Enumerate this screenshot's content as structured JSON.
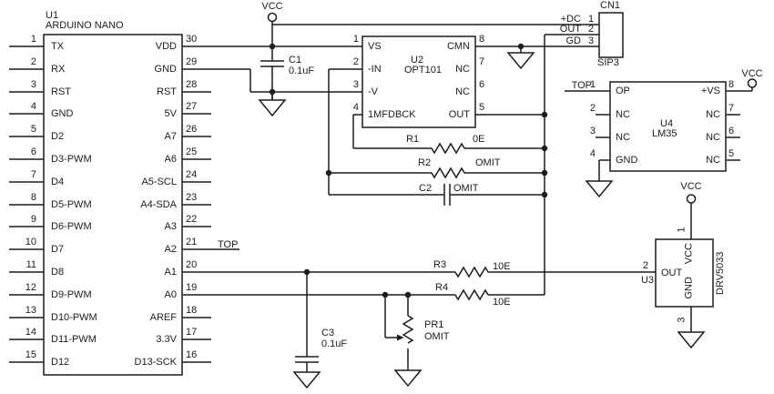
{
  "u1": {
    "ref": "U1",
    "name": "ARDUINO NANO",
    "left_pins": [
      {
        "num": "1",
        "label": "TX"
      },
      {
        "num": "2",
        "label": "RX"
      },
      {
        "num": "3",
        "label": "RST"
      },
      {
        "num": "4",
        "label": "GND"
      },
      {
        "num": "5",
        "label": "D2"
      },
      {
        "num": "6",
        "label": "D3-PWM"
      },
      {
        "num": "7",
        "label": "D4"
      },
      {
        "num": "8",
        "label": "D5-PWM"
      },
      {
        "num": "9",
        "label": "D6-PWM"
      },
      {
        "num": "10",
        "label": "D7"
      },
      {
        "num": "11",
        "label": "D8"
      },
      {
        "num": "12",
        "label": "D9-PWM"
      },
      {
        "num": "13",
        "label": "D10-PWM"
      },
      {
        "num": "14",
        "label": "D11-PWM"
      },
      {
        "num": "15",
        "label": "D12"
      }
    ],
    "right_pins": [
      {
        "num": "30",
        "label": "VDD"
      },
      {
        "num": "29",
        "label": "GND"
      },
      {
        "num": "28",
        "label": "RST"
      },
      {
        "num": "27",
        "label": "5V"
      },
      {
        "num": "26",
        "label": "A7"
      },
      {
        "num": "25",
        "label": "A6"
      },
      {
        "num": "24",
        "label": "A5-SCL"
      },
      {
        "num": "23",
        "label": "A4-SDA"
      },
      {
        "num": "22",
        "label": "A3"
      },
      {
        "num": "21",
        "label": "A2"
      },
      {
        "num": "20",
        "label": "A1"
      },
      {
        "num": "19",
        "label": "A0"
      },
      {
        "num": "18",
        "label": "AREF"
      },
      {
        "num": "17",
        "label": "3.3V"
      },
      {
        "num": "16",
        "label": "D13-SCK"
      }
    ]
  },
  "u2": {
    "ref": "U2",
    "name": "OPT101",
    "left_pins": [
      {
        "num": "1",
        "label": "VS"
      },
      {
        "num": "2",
        "label": "-IN"
      },
      {
        "num": "3",
        "label": "-V"
      },
      {
        "num": "4",
        "label": "1MFDBCK"
      }
    ],
    "right_pins": [
      {
        "num": "8",
        "label": "CMN"
      },
      {
        "num": "7",
        "label": "NC"
      },
      {
        "num": "6",
        "label": "NC"
      },
      {
        "num": "5",
        "label": "OUT"
      }
    ]
  },
  "u3": {
    "ref": "U3",
    "name": "DRV5033",
    "pins": [
      {
        "num": "1",
        "label": "VCC"
      },
      {
        "num": "2",
        "label": "OUT"
      },
      {
        "num": "3",
        "label": "GND"
      }
    ]
  },
  "u4": {
    "ref": "U4",
    "name": "LM35",
    "left_pins": [
      {
        "num": "1",
        "label": "OP"
      },
      {
        "num": "2",
        "label": "NC"
      },
      {
        "num": "3",
        "label": "NC"
      },
      {
        "num": "4",
        "label": "GND"
      }
    ],
    "right_pins": [
      {
        "num": "8",
        "label": "+VS"
      },
      {
        "num": "7",
        "label": "NC"
      },
      {
        "num": "6",
        "label": "NC"
      },
      {
        "num": "5",
        "label": "NC"
      }
    ]
  },
  "cn1": {
    "ref": "CN1",
    "package": "SIP3",
    "pins": [
      {
        "num": "1",
        "label": "+DC"
      },
      {
        "num": "2",
        "label": "OUT"
      },
      {
        "num": "3",
        "label": "GD"
      }
    ]
  },
  "parts": {
    "c1": {
      "ref": "C1",
      "value": "0.1uF"
    },
    "c2": {
      "ref": "C2",
      "value": "OMIT"
    },
    "c3": {
      "ref": "C3",
      "value": "0.1uF"
    },
    "r1": {
      "ref": "R1",
      "value": "0E"
    },
    "r2": {
      "ref": "R2",
      "value": "OMIT"
    },
    "r3": {
      "ref": "R3",
      "value": "10E"
    },
    "r4": {
      "ref": "R4",
      "value": "10E"
    },
    "pr1": {
      "ref": "PR1",
      "value": "OMIT"
    }
  },
  "labels": {
    "vcc": "VCC",
    "top": "TOP"
  },
  "colors": {
    "wire": "#1c1c1c",
    "background": "#ffffff"
  }
}
